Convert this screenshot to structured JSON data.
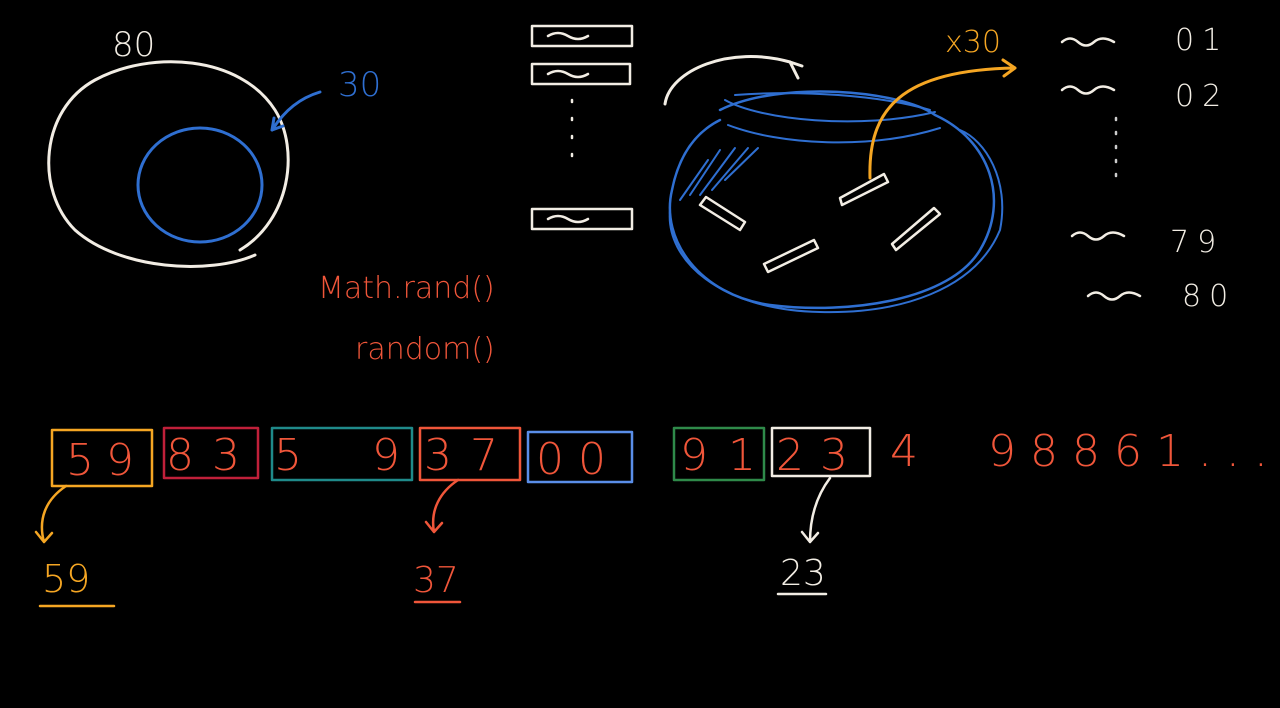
{
  "colors": {
    "background": "#000000",
    "white": "#f2ede4",
    "blue": "#2f6fd1",
    "orange": "#f5a623",
    "red_orange": "#f0563a",
    "crimson": "#c0203a",
    "teal": "#1f8a8a",
    "light_blue": "#5a8ee8",
    "green": "#2f8a4a",
    "gray": "#cccccc"
  },
  "venn": {
    "population_label": "80",
    "sample_label": "30"
  },
  "functions": {
    "line1": "Math.rand()",
    "line2": "random()"
  },
  "hat": {
    "multiplier_label": "x30"
  },
  "numbered_list": {
    "items": [
      "01",
      "02",
      "79",
      "80"
    ]
  },
  "random_digits": {
    "groups": [
      {
        "text": "59",
        "color": "#f5a623"
      },
      {
        "text": "83",
        "color": "#c0203a"
      },
      {
        "text": "59",
        "color": "#1f8a8a"
      },
      {
        "text": "37",
        "color": "#f0563a"
      },
      {
        "text": "00",
        "color": "#5a8ee8"
      },
      {
        "text": "91",
        "color": "#2f8a4a"
      },
      {
        "text": "23",
        "color": "#f2ede4"
      }
    ],
    "tail": "4  98861..."
  },
  "selected": {
    "items": [
      {
        "text": "59",
        "color": "#f5a623"
      },
      {
        "text": "37",
        "color": "#f0563a"
      },
      {
        "text": "23",
        "color": "#f2ede4"
      }
    ]
  }
}
